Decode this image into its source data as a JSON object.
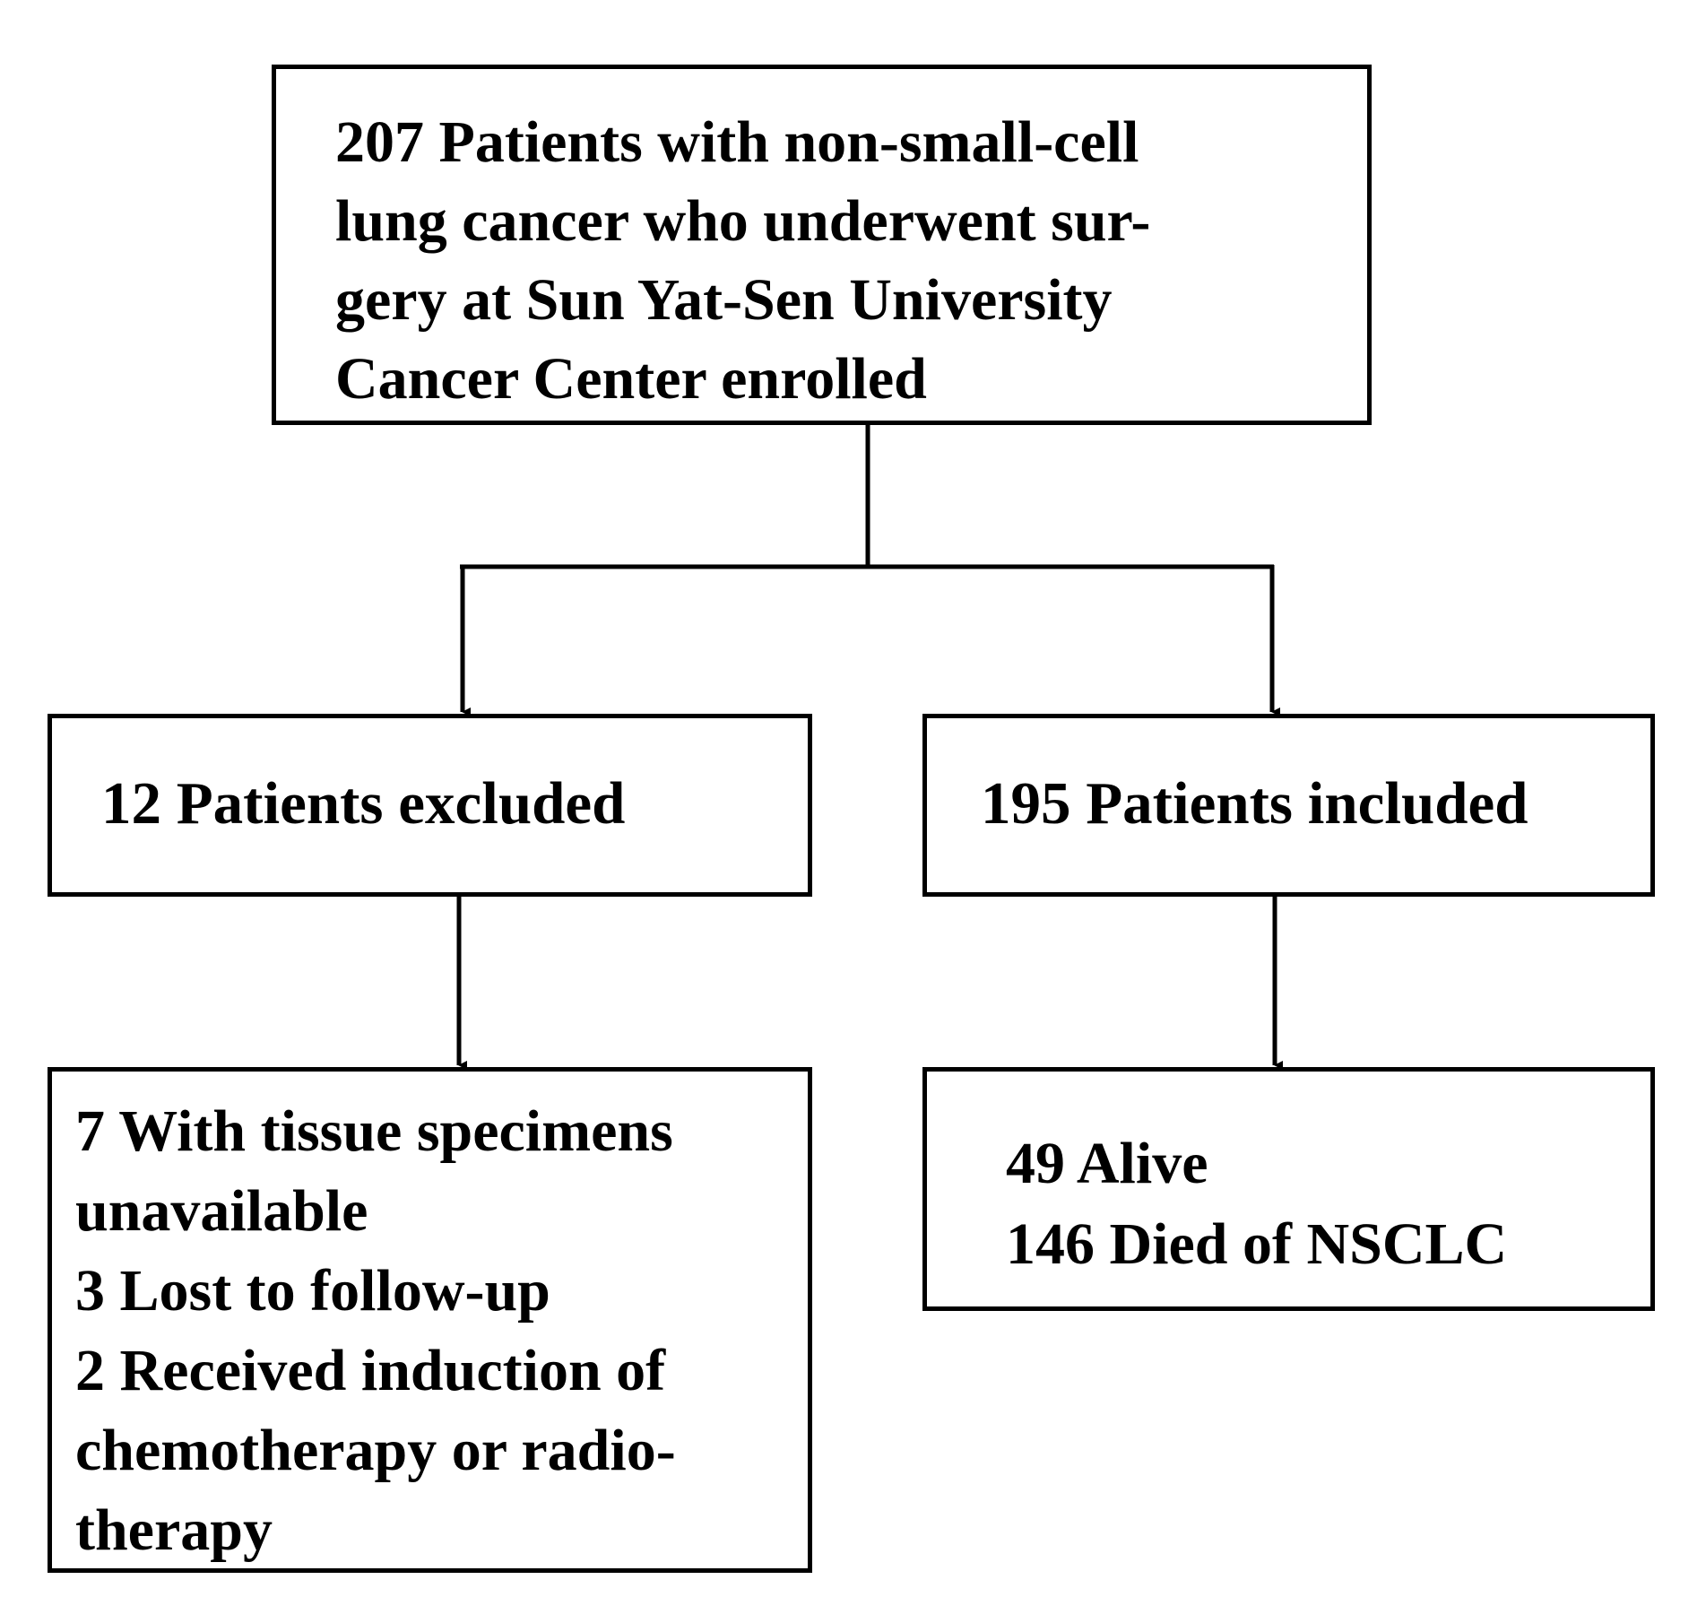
{
  "diagram": {
    "enrolled": {
      "lines": [
        "207 Patients with non-small-cell",
        "lung cancer who underwent sur-",
        "gery at Sun Yat-Sen University",
        "Cancer Center enrolled"
      ]
    },
    "excluded": {
      "label": "12 Patients excluded"
    },
    "included": {
      "label": "195 Patients included"
    },
    "exclusion_reasons": {
      "lines": [
        "7 With tissue specimens",
        "unavailable",
        "3 Lost to follow-up",
        "2 Received induction of",
        "chemotherapy or radio-",
        "therapy"
      ]
    },
    "outcome": {
      "lines": [
        "49 Alive",
        "146 Died of NSCLC"
      ]
    }
  },
  "colors": {
    "line": "#000000",
    "background": "#ffffff"
  }
}
